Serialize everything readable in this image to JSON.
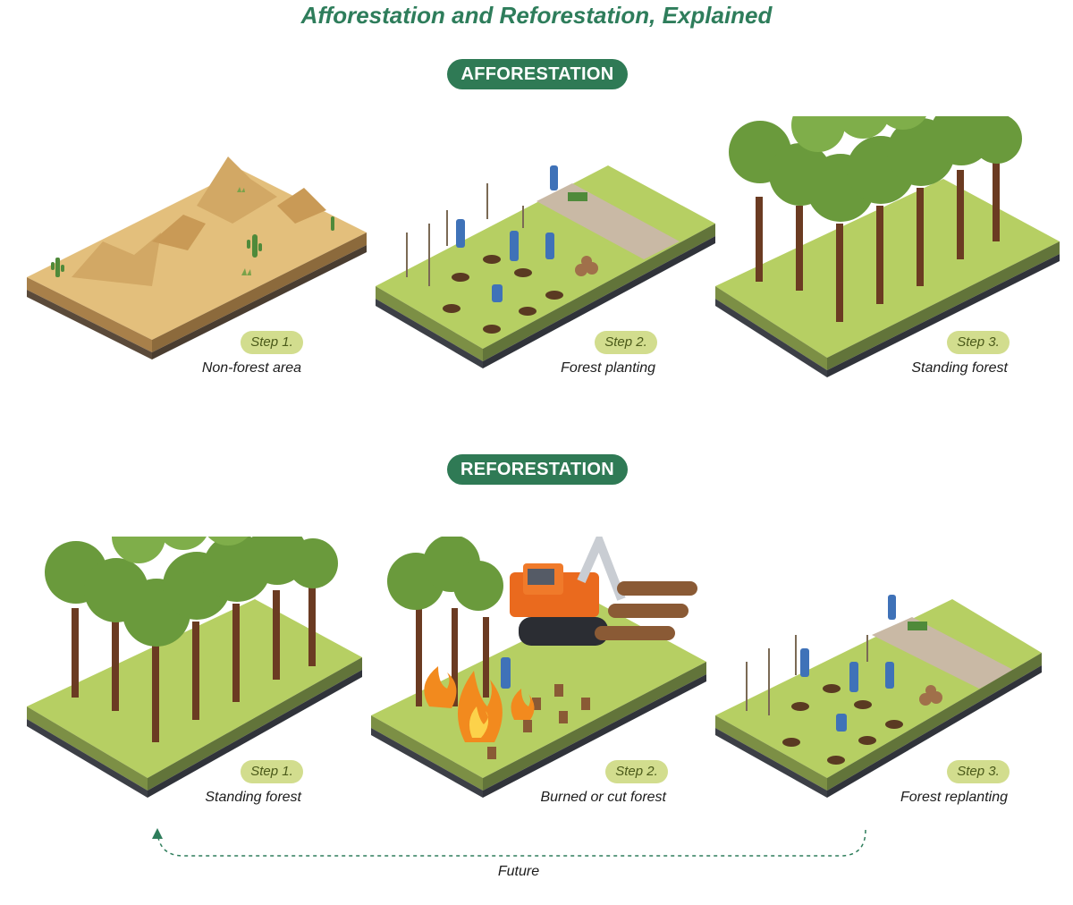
{
  "title": "Afforestation and Reforestation, Explained",
  "afforestation": {
    "heading": "AFFORESTATION",
    "steps": [
      {
        "step": "Step 1.",
        "caption": "Non-forest area"
      },
      {
        "step": "Step 2.",
        "caption": "Forest planting"
      },
      {
        "step": "Step 3.",
        "caption": "Standing forest"
      }
    ]
  },
  "reforestation": {
    "heading": "REFORESTATION",
    "steps": [
      {
        "step": "Step 1.",
        "caption": "Standing forest"
      },
      {
        "step": "Step 2.",
        "caption": "Burned or cut forest"
      },
      {
        "step": "Step 3.",
        "caption": "Forest replanting"
      }
    ]
  },
  "cycle_label": "Future",
  "colors": {
    "title": "#2e7d5b",
    "pill": "#2f7a55",
    "step_badge": "#d2dd8e",
    "grass": "#b6cf63",
    "sand": "#e3bf7c",
    "soil": "#5a4a3a",
    "tree_canopy": "#6a9a3c",
    "trunk": "#6b3b22"
  }
}
